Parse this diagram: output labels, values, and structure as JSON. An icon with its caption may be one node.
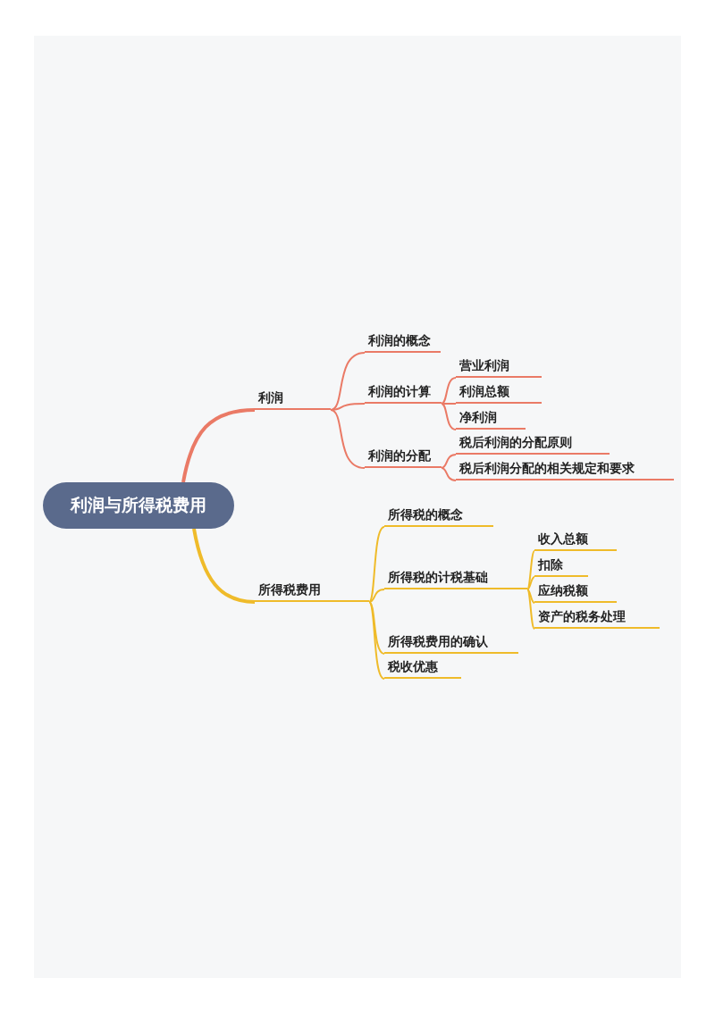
{
  "diagram": {
    "nodes": [
      {
        "text": [
          "利润与所得税费用"
        ]
      },
      {
        "text": [
          "利润"
        ]
      },
      {
        "text": [
          "利润的概念"
        ]
      },
      {
        "text": [
          "利润的计算"
        ]
      },
      {
        "text": [
          "利润的分配"
        ]
      },
      {
        "text": [
          "营业利润"
        ]
      },
      {
        "text": [
          "利润总额"
        ]
      },
      {
        "text": [
          "净利润"
        ]
      },
      {
        "text": [
          "税后利润的分配原则"
        ]
      },
      {
        "text": [
          "税后利润分配的相关规定和要求"
        ]
      },
      {
        "text": [
          "所得税费用"
        ]
      },
      {
        "text": [
          "所得税的概念"
        ]
      },
      {
        "text": [
          "所得税的计税基础"
        ]
      },
      {
        "text": [
          "所得税费用的确认"
        ]
      },
      {
        "text": [
          "税收优惠"
        ]
      },
      {
        "text": [
          "收入总额"
        ]
      },
      {
        "text": [
          "扣除"
        ]
      },
      {
        "text": [
          "应纳税额"
        ]
      },
      {
        "text": [
          "资产的税务处理"
        ]
      }
    ],
    "edges": [
      {
        "from": 0,
        "to": 1,
        "arrow": "none",
        "style": "thick",
        "color": "#ea7a66"
      },
      {
        "from": 1,
        "to": 2,
        "arrow": "none",
        "color": "#ea7a66"
      },
      {
        "from": 1,
        "to": 3,
        "arrow": "none",
        "color": "#ea7a66"
      },
      {
        "from": 1,
        "to": 4,
        "arrow": "none",
        "color": "#ea7a66"
      },
      {
        "from": 3,
        "to": 5,
        "arrow": "none",
        "color": "#ea7a66"
      },
      {
        "from": 3,
        "to": 6,
        "arrow": "none",
        "color": "#ea7a66"
      },
      {
        "from": 3,
        "to": 7,
        "arrow": "none",
        "color": "#ea7a66"
      },
      {
        "from": 4,
        "to": 8,
        "arrow": "none",
        "color": "#ea7a66"
      },
      {
        "from": 4,
        "to": 9,
        "arrow": "none",
        "color": "#ea7a66"
      },
      {
        "from": 0,
        "to": 10,
        "arrow": "none",
        "style": "thick",
        "color": "#efbb2a"
      },
      {
        "from": 10,
        "to": 11,
        "arrow": "none",
        "color": "#efbb2a"
      },
      {
        "from": 10,
        "to": 12,
        "arrow": "none",
        "color": "#efbb2a"
      },
      {
        "from": 10,
        "to": 13,
        "arrow": "none",
        "color": "#efbb2a"
      },
      {
        "from": 10,
        "to": 14,
        "arrow": "none",
        "color": "#efbb2a"
      },
      {
        "from": 12,
        "to": 15,
        "arrow": "none",
        "color": "#efbb2a"
      },
      {
        "from": 12,
        "to": 16,
        "arrow": "none",
        "color": "#efbb2a"
      },
      {
        "from": 12,
        "to": 17,
        "arrow": "none",
        "color": "#efbb2a"
      },
      {
        "from": 12,
        "to": 18,
        "arrow": "none",
        "color": "#efbb2a"
      }
    ]
  }
}
